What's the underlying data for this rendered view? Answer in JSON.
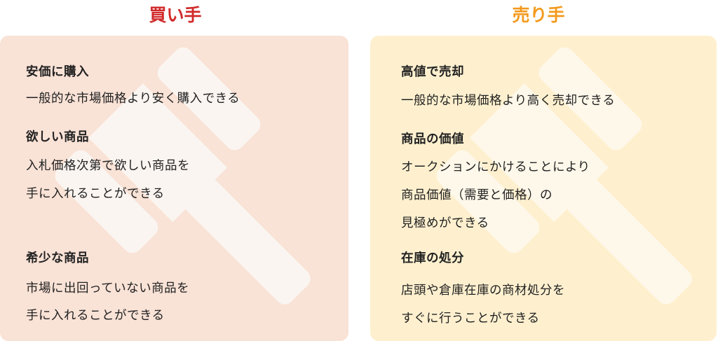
{
  "buyer": {
    "title": "買い手",
    "color": "#d22a2a",
    "items": [
      {
        "heading": "安価に購入",
        "lines": [
          "一般的な市場価格より安く購入できる"
        ]
      },
      {
        "heading": "欲しい商品",
        "lines": [
          "入札価格次第で欲しい商品を",
          "手に入れることができる"
        ]
      },
      {
        "heading": "希少な商品",
        "lines": [
          "市場に出回っていない商品を",
          "手に入れることができる"
        ]
      }
    ]
  },
  "seller": {
    "title": "売り手",
    "color": "#f39a1e",
    "items": [
      {
        "heading": "高値で売却",
        "lines": [
          "一般的な市場価格より高く売却できる"
        ]
      },
      {
        "heading": "商品の価値",
        "lines": [
          "オークションにかけることにより",
          "商品価値（需要と価格）の",
          "見極めができる"
        ]
      },
      {
        "heading": "在庫の処分",
        "lines": [
          "店頭や倉庫在庫の商材処分を",
          "すぐに行うことができる"
        ]
      }
    ]
  }
}
